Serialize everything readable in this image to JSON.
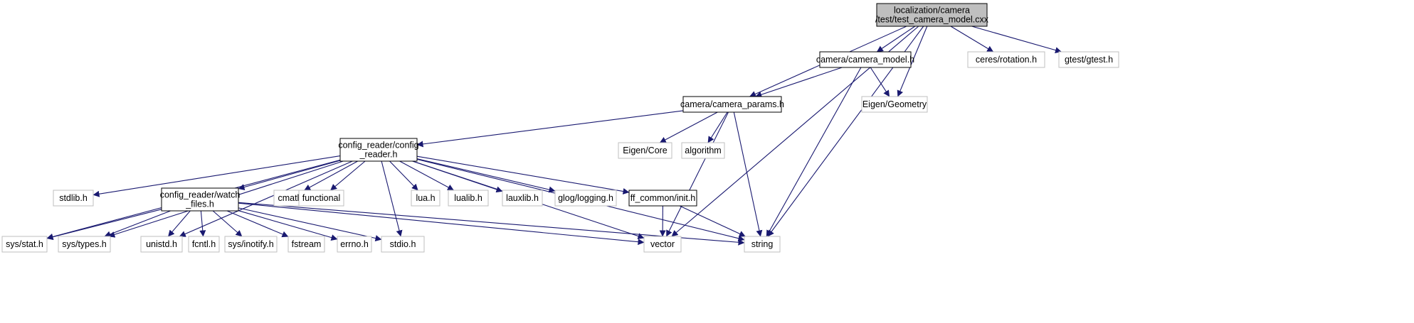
{
  "graph": {
    "nodes": [
      {
        "id": "root",
        "lines": [
          "localization/camera",
          "/test/test_camera_model.cxx"
        ],
        "style": "root"
      },
      {
        "id": "camera_model",
        "lines": [
          "camera/camera_model.h"
        ],
        "style": "local"
      },
      {
        "id": "camera_params",
        "lines": [
          "camera/camera_params.h"
        ],
        "style": "local"
      },
      {
        "id": "config_reader",
        "lines": [
          "config_reader/config",
          "_reader.h"
        ],
        "style": "local"
      },
      {
        "id": "watch_files",
        "lines": [
          "config_reader/watch",
          "_files.h"
        ],
        "style": "local"
      },
      {
        "id": "ff_init",
        "lines": [
          "ff_common/init.h"
        ],
        "style": "local"
      },
      {
        "id": "ceres_rotation",
        "lines": [
          "ceres/rotation.h"
        ],
        "style": "system"
      },
      {
        "id": "gtest",
        "lines": [
          "gtest/gtest.h"
        ],
        "style": "system"
      },
      {
        "id": "eigen_geometry",
        "lines": [
          "Eigen/Geometry"
        ],
        "style": "system"
      },
      {
        "id": "eigen_core",
        "lines": [
          "Eigen/Core"
        ],
        "style": "system"
      },
      {
        "id": "algorithm",
        "lines": [
          "algorithm"
        ],
        "style": "system"
      },
      {
        "id": "stdlib",
        "lines": [
          "stdlib.h"
        ],
        "style": "system"
      },
      {
        "id": "cmath",
        "lines": [
          "cmath"
        ],
        "style": "system"
      },
      {
        "id": "functional",
        "lines": [
          "functional"
        ],
        "style": "system"
      },
      {
        "id": "lua",
        "lines": [
          "lua.h"
        ],
        "style": "system"
      },
      {
        "id": "lualib",
        "lines": [
          "lualib.h"
        ],
        "style": "system"
      },
      {
        "id": "lauxlib",
        "lines": [
          "lauxlib.h"
        ],
        "style": "system"
      },
      {
        "id": "glog",
        "lines": [
          "glog/logging.h"
        ],
        "style": "system"
      },
      {
        "id": "sys_stat",
        "lines": [
          "sys/stat.h"
        ],
        "style": "system"
      },
      {
        "id": "sys_types",
        "lines": [
          "sys/types.h"
        ],
        "style": "system"
      },
      {
        "id": "unistd",
        "lines": [
          "unistd.h"
        ],
        "style": "system"
      },
      {
        "id": "fcntl",
        "lines": [
          "fcntl.h"
        ],
        "style": "system"
      },
      {
        "id": "sys_inotify",
        "lines": [
          "sys/inotify.h"
        ],
        "style": "system"
      },
      {
        "id": "fstream",
        "lines": [
          "fstream"
        ],
        "style": "system"
      },
      {
        "id": "errno",
        "lines": [
          "errno.h"
        ],
        "style": "system"
      },
      {
        "id": "stdio",
        "lines": [
          "stdio.h"
        ],
        "style": "system"
      },
      {
        "id": "vector",
        "lines": [
          "vector"
        ],
        "style": "system"
      },
      {
        "id": "string",
        "lines": [
          "string"
        ],
        "style": "system"
      }
    ],
    "edges": [
      [
        "root",
        "camera_params"
      ],
      [
        "root",
        "vector"
      ],
      [
        "root",
        "camera_model"
      ],
      [
        "root",
        "eigen_geometry"
      ],
      [
        "root",
        "string"
      ],
      [
        "root",
        "ceres_rotation"
      ],
      [
        "root",
        "gtest"
      ],
      [
        "camera_model",
        "camera_params"
      ],
      [
        "camera_model",
        "eigen_geometry"
      ],
      [
        "camera_model",
        "string"
      ],
      [
        "camera_params",
        "config_reader"
      ],
      [
        "camera_params",
        "eigen_core"
      ],
      [
        "camera_params",
        "algorithm"
      ],
      [
        "camera_params",
        "vector"
      ],
      [
        "camera_params",
        "string"
      ],
      [
        "config_reader",
        "sys_stat"
      ],
      [
        "config_reader",
        "stdlib"
      ],
      [
        "config_reader",
        "sys_types"
      ],
      [
        "config_reader",
        "unistd"
      ],
      [
        "config_reader",
        "watch_files"
      ],
      [
        "config_reader",
        "cmath"
      ],
      [
        "config_reader",
        "functional"
      ],
      [
        "config_reader",
        "stdio"
      ],
      [
        "config_reader",
        "vector"
      ],
      [
        "config_reader",
        "lua"
      ],
      [
        "config_reader",
        "lualib"
      ],
      [
        "config_reader",
        "lauxlib"
      ],
      [
        "config_reader",
        "glog"
      ],
      [
        "config_reader",
        "ff_init"
      ],
      [
        "config_reader",
        "string"
      ],
      [
        "watch_files",
        "sys_stat"
      ],
      [
        "watch_files",
        "sys_types"
      ],
      [
        "watch_files",
        "unistd"
      ],
      [
        "watch_files",
        "fcntl"
      ],
      [
        "watch_files",
        "sys_inotify"
      ],
      [
        "watch_files",
        "fstream"
      ],
      [
        "watch_files",
        "errno"
      ],
      [
        "watch_files",
        "stdio"
      ],
      [
        "watch_files",
        "vector"
      ],
      [
        "watch_files",
        "string"
      ],
      [
        "ff_init",
        "vector"
      ],
      [
        "ff_init",
        "string"
      ]
    ],
    "colors": {
      "edge": "#191970",
      "root_fill": "#bfbfbf",
      "local_border": "#000000",
      "system_border": "#bfbfbf",
      "text": "#000000"
    }
  }
}
